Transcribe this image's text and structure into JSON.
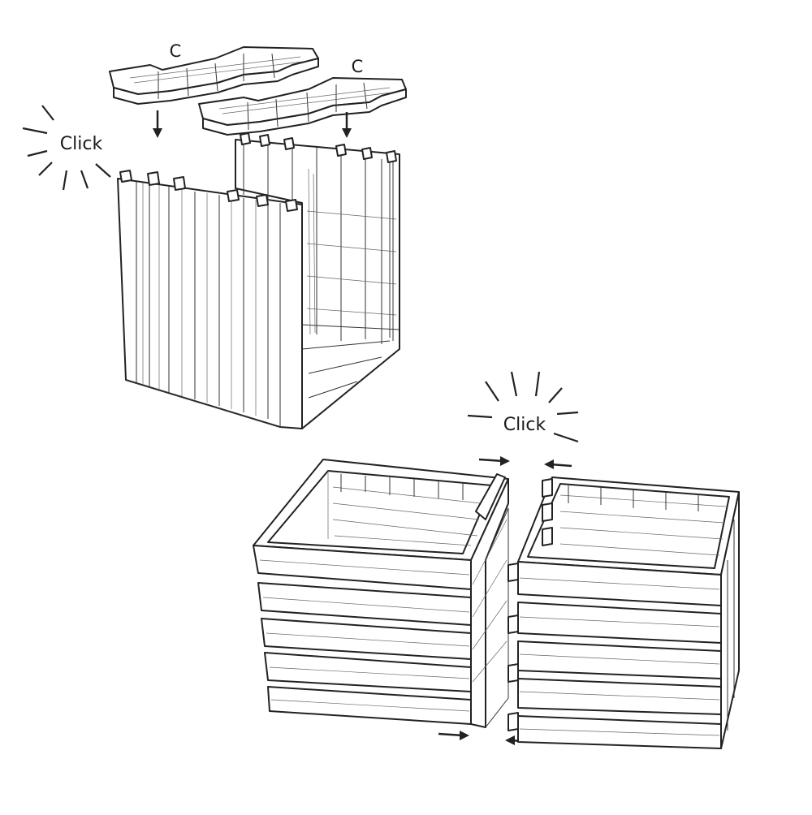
{
  "labels": {
    "part_c_left": "C",
    "part_c_right": "C",
    "click_top": "Click",
    "click_bottom": "Click"
  },
  "icons": {
    "arrow": "arrow-icon",
    "burst": "click-burst-icon"
  },
  "colors": {
    "line": "#222222",
    "background": "#ffffff"
  }
}
